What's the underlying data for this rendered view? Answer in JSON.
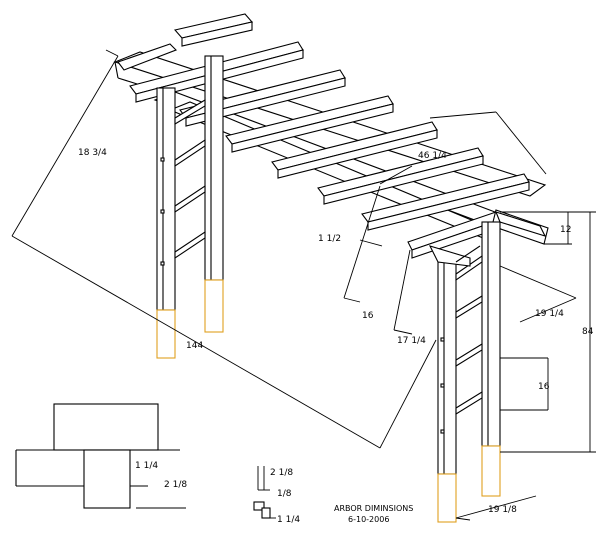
{
  "dimensions": {
    "d18_3_4": "18 3/4",
    "d46_1_4": "46 1/4",
    "d1_1_2": "1 1/2",
    "d12": "12",
    "d16a": "16",
    "d17_1_4": "17 1/4",
    "d19_1_4": "19 1/4",
    "d84": "84",
    "d144": "144",
    "d16b": "16",
    "d1_1_4a": "1 1/4",
    "d2_1_8a": "2 1/8",
    "d2_1_8b": "2 1/8",
    "d1_8": "1/8",
    "d1_1_4b": "1 1/4",
    "d19_1_8": "19 1/8"
  },
  "note": {
    "title": "ARBOR DIMINSIONS",
    "date": "6-10-2006"
  }
}
